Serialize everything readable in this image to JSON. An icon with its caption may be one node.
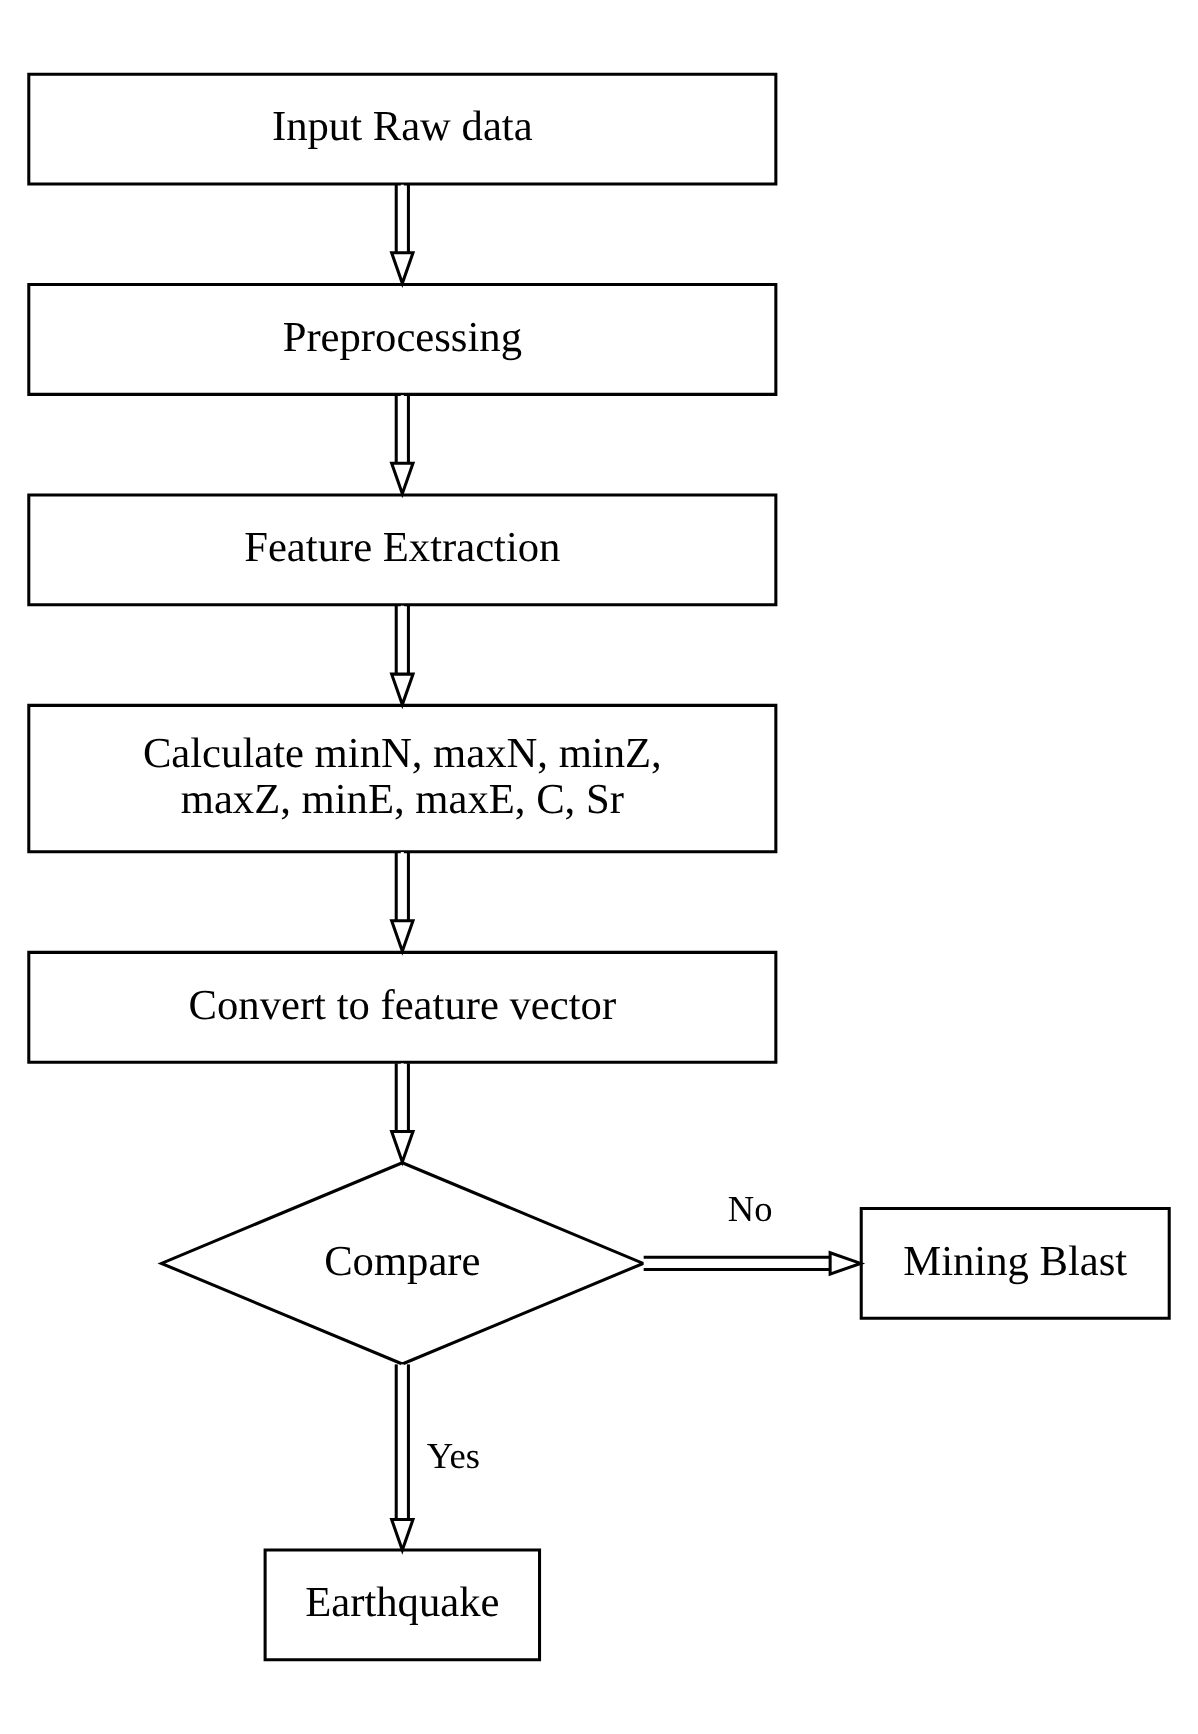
{
  "diagram": {
    "nodes": [
      {
        "text": [
          "Input Raw data"
        ]
      },
      {
        "text": [
          "Preprocessing"
        ]
      },
      {
        "text": [
          "Feature Extraction"
        ]
      },
      {
        "text": [
          "Calculate minN, maxN, minZ, maxZ, minE, maxE, C, Sr"
        ]
      },
      {
        "text": [
          "Convert to feature vector"
        ]
      },
      {
        "text": [
          "Compare"
        ]
      },
      {
        "text": [
          "Mining Blast"
        ]
      },
      {
        "text": [
          "Earthquake"
        ]
      }
    ],
    "edges": [
      {
        "from": 0,
        "to": 1,
        "arrow": "to"
      },
      {
        "from": 1,
        "to": 2,
        "arrow": "to"
      },
      {
        "from": 2,
        "to": 3,
        "arrow": "to"
      },
      {
        "from": 3,
        "to": 4,
        "arrow": "to"
      },
      {
        "from": 4,
        "to": 5,
        "arrow": "to"
      },
      {
        "from": 5,
        "to": 6,
        "label": "No",
        "arrow": "to"
      },
      {
        "from": 5,
        "to": 7,
        "label": "Yes",
        "arrow": "to"
      }
    ]
  }
}
